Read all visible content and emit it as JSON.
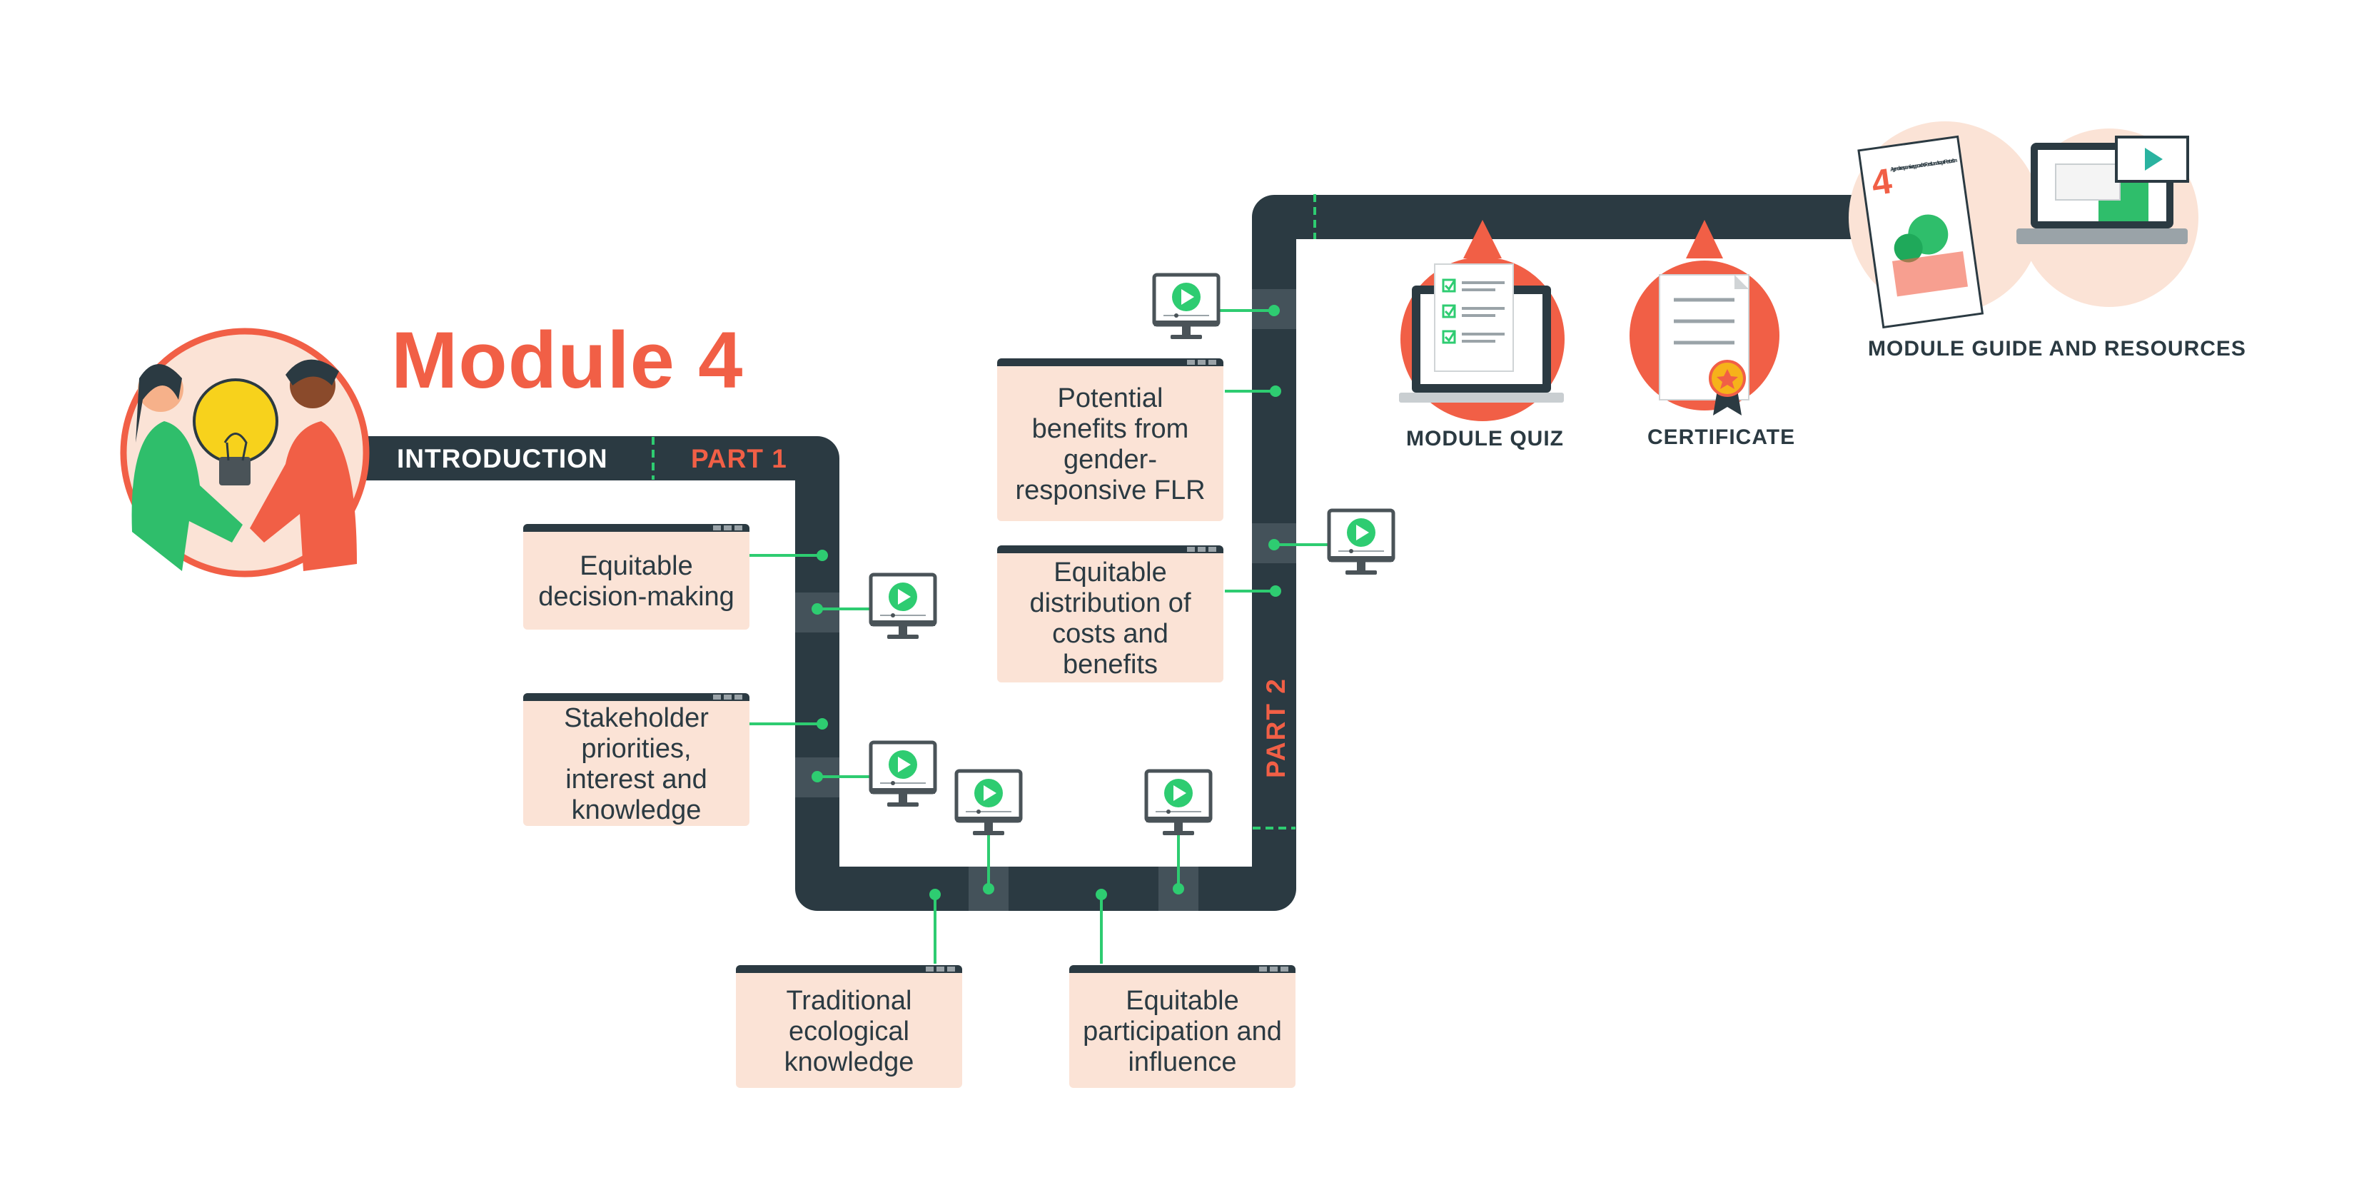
{
  "module_title": "Module 4",
  "path_labels": {
    "introduction": "INTRODUCTION",
    "part1": "PART 1",
    "part2": "PART 2"
  },
  "topics": [
    {
      "id": "equitable-decision-making",
      "text": "Equitable decision-making"
    },
    {
      "id": "stakeholder-priorities",
      "text": "Stakeholder priorities, interest and knowledge"
    },
    {
      "id": "traditional-ecological-knowledge",
      "text": "Traditional ecological knowledge"
    },
    {
      "id": "equitable-participation",
      "text": "Equitable participation and influence"
    },
    {
      "id": "equitable-distribution",
      "text": "Equitable distribution of costs and benefits"
    },
    {
      "id": "potential-benefits",
      "text": "Potential benefits from gender-responsive FLR"
    }
  ],
  "milestones": {
    "quiz": "MODULE QUIZ",
    "certificate": "CERTIFICATE",
    "guide": "MODULE GUIDE AND RESOURCES"
  },
  "guide_cover": {
    "number": "4",
    "title": "A gender-responsive approach to Forest Landscape Restoration"
  },
  "colors": {
    "path": "#2b3a42",
    "accent": "#f15f46",
    "card": "#fbe3d6",
    "connector": "#2ecc71"
  }
}
